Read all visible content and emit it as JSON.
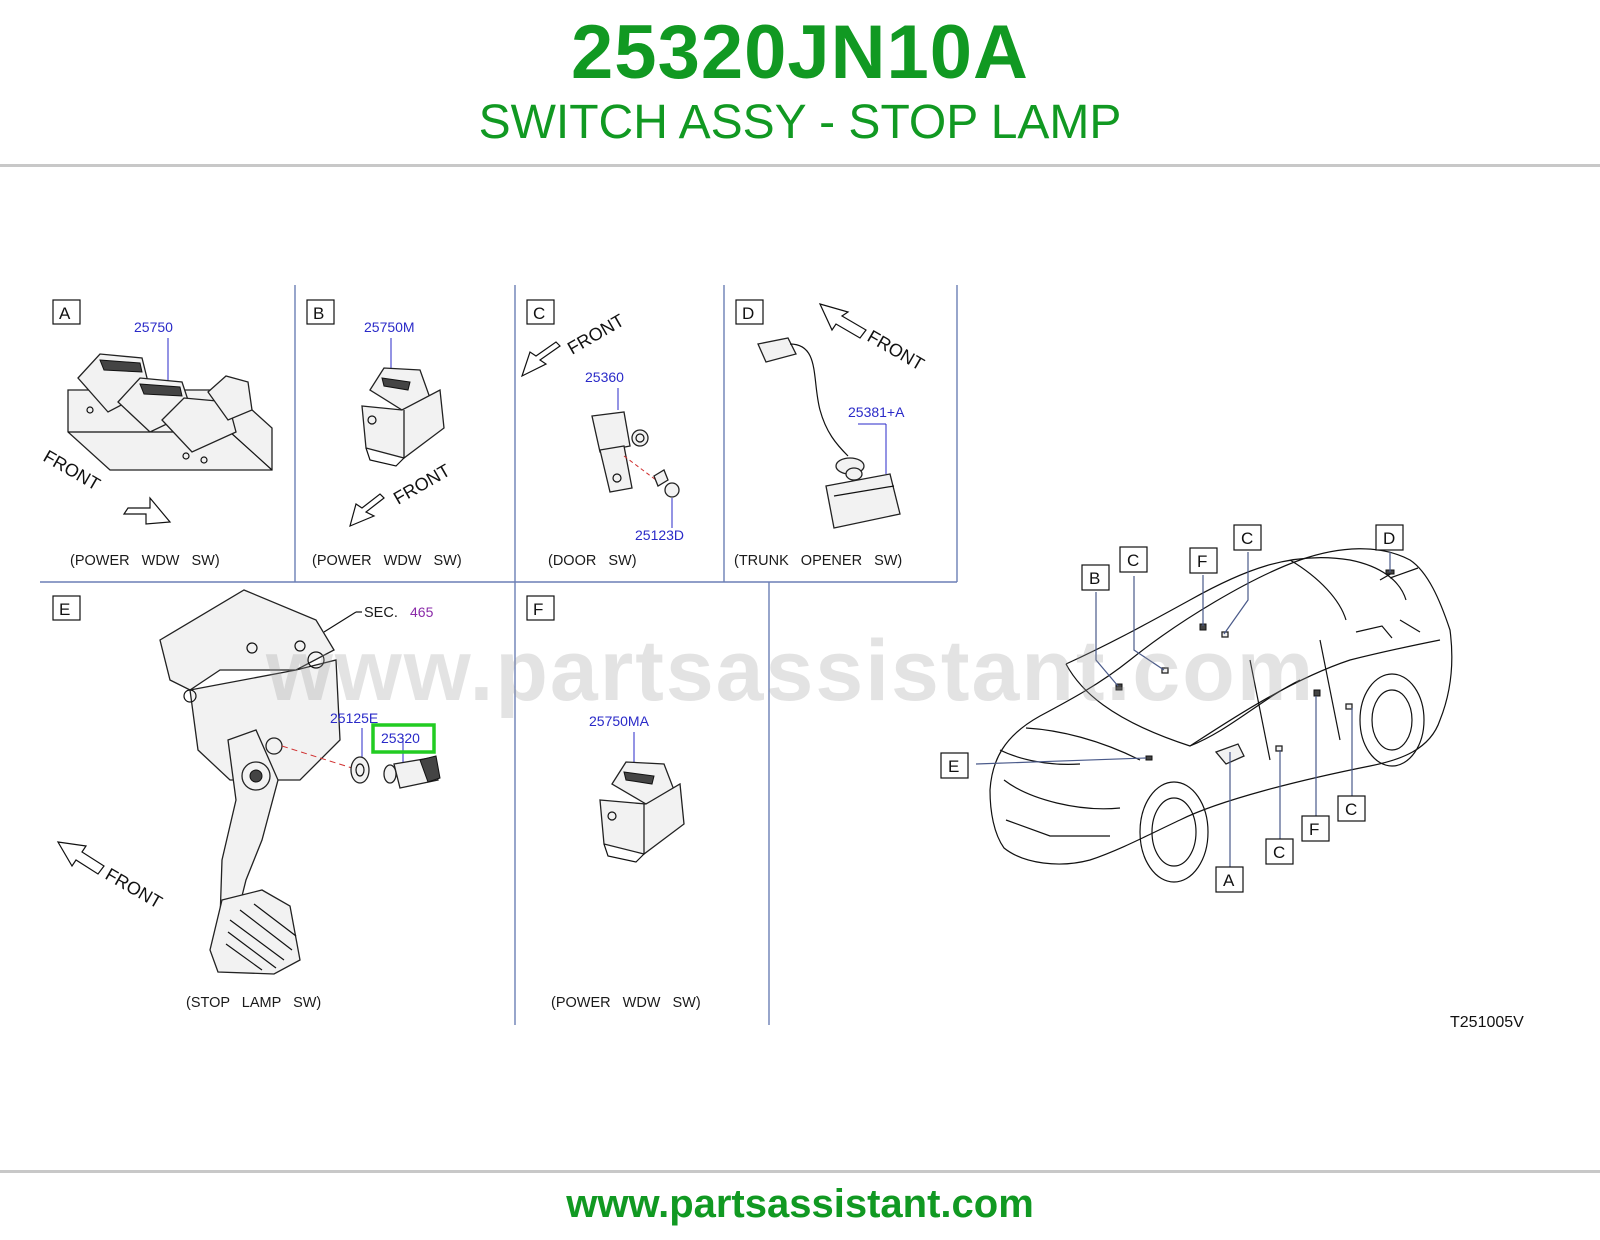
{
  "header": {
    "part_number": "25320JN10A",
    "part_name": "SWITCH ASSY - STOP LAMP"
  },
  "footer": {
    "url": "www.partsassistant.com"
  },
  "diagram": {
    "watermark": "www.partsassistant.com",
    "code": "T251005V",
    "front_label": "FRONT",
    "panels": [
      {
        "letter": "A",
        "parts": [
          "25750"
        ],
        "caption": "(POWER WDW SW)"
      },
      {
        "letter": "B",
        "parts": [
          "25750M"
        ],
        "caption": "(POWER WDW SW)"
      },
      {
        "letter": "C",
        "parts": [
          "25360",
          "25123D"
        ],
        "caption": "(DOOR SW)"
      },
      {
        "letter": "D",
        "parts": [
          "25381+A"
        ],
        "caption": "(TRUNK OPENER SW)"
      },
      {
        "letter": "E",
        "parts": [
          "25125E",
          "25320"
        ],
        "section_ref": {
          "prefix": "SEC.",
          "number": "465"
        },
        "caption": "(STOP LAMP SW)"
      },
      {
        "letter": "F",
        "parts": [
          "25750MA"
        ],
        "caption": "(POWER WDW SW)"
      }
    ],
    "highlighted_part": "25320",
    "highlight_color": "#22cc22",
    "car_callouts": [
      "B",
      "C",
      "F",
      "C",
      "D",
      "E",
      "A",
      "C",
      "F",
      "C"
    ]
  }
}
